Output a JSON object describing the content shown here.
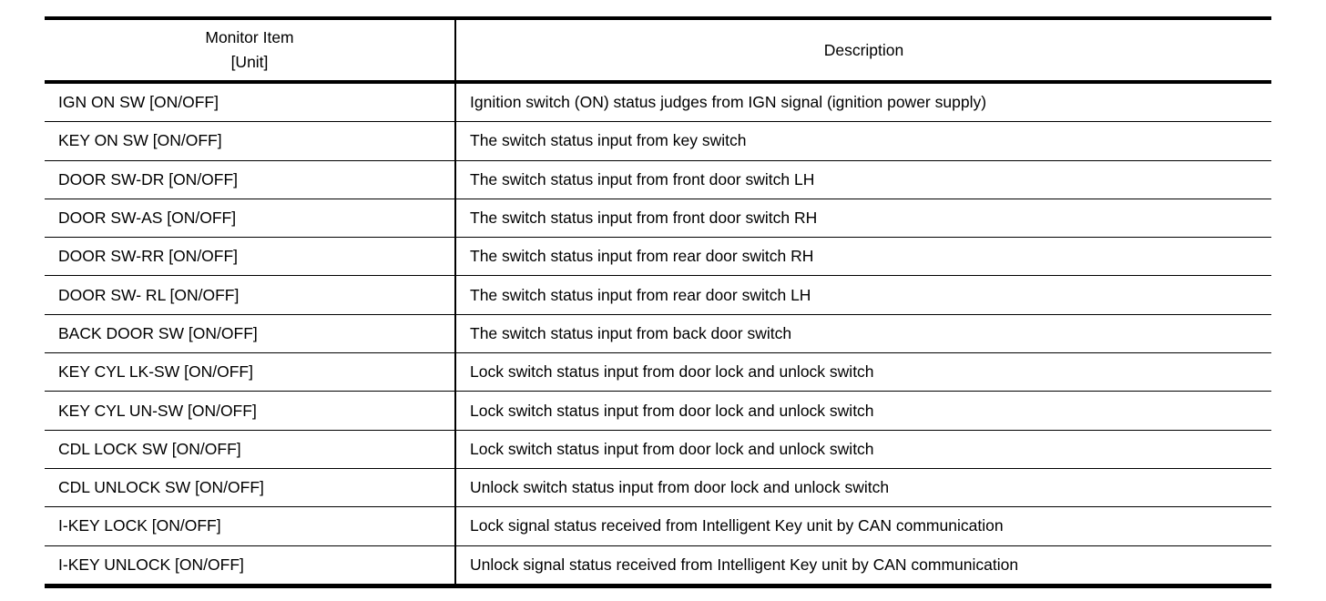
{
  "table": {
    "headers": {
      "monitor_item_line1": "Monitor Item",
      "monitor_item_line2": "[Unit]",
      "description": "Description"
    },
    "rows": [
      {
        "item": "IGN ON SW [ON/OFF]",
        "description": "Ignition switch (ON) status judges from IGN signal (ignition power supply)"
      },
      {
        "item": "KEY ON SW [ON/OFF]",
        "description": "The switch status input from key switch"
      },
      {
        "item": "DOOR SW-DR [ON/OFF]",
        "description": "The switch status input from front door switch LH"
      },
      {
        "item": "DOOR SW-AS [ON/OFF]",
        "description": "The switch status input from front door switch RH"
      },
      {
        "item": "DOOR SW-RR [ON/OFF]",
        "description": "The switch status input from rear door switch RH"
      },
      {
        "item": "DOOR SW- RL [ON/OFF]",
        "description": "The switch status input from rear door switch LH"
      },
      {
        "item": "BACK DOOR SW [ON/OFF]",
        "description": "The switch status input from back door switch"
      },
      {
        "item": "KEY CYL LK-SW [ON/OFF]",
        "description": "Lock switch status input from door lock and unlock switch"
      },
      {
        "item": "KEY CYL UN-SW [ON/OFF]",
        "description": "Lock switch status input from door lock and unlock switch"
      },
      {
        "item": "CDL LOCK SW [ON/OFF]",
        "description": "Lock switch status input from door lock and unlock switch"
      },
      {
        "item": "CDL UNLOCK SW [ON/OFF]",
        "description": "Unlock switch status input from door lock and unlock switch"
      },
      {
        "item": "I-KEY LOCK [ON/OFF]",
        "description": "Lock signal status received from Intelligent Key unit by CAN communication"
      },
      {
        "item": "I-KEY UNLOCK [ON/OFF]",
        "description": "Unlock signal status received from Intelligent Key unit by CAN communication"
      }
    ]
  },
  "colors": {
    "text": "#000000",
    "background": "#ffffff",
    "border": "#000000"
  }
}
